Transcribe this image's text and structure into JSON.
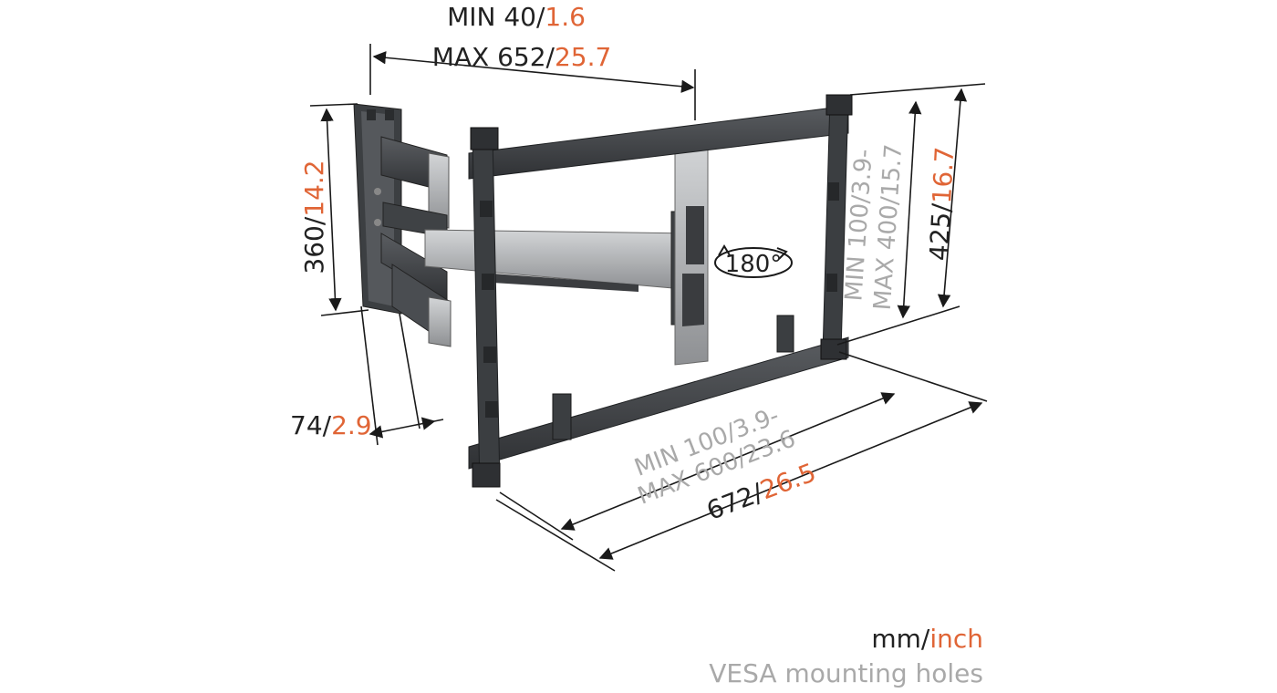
{
  "colors": {
    "background": "#ffffff",
    "panel": "#ffffff",
    "frame": "#45484b",
    "arm_silver": "#b9bbbd",
    "dimension_line": "#1a1a1a",
    "text_dark": "#222222",
    "text_accent": "#e06536",
    "text_gray": "#a9a9a9"
  },
  "dimensions": {
    "top_width": {
      "mm_min": "MIN 40/",
      "in_min": "1.6",
      "mm_max": "MAX 652/",
      "in_max": "25.7"
    },
    "left_height": {
      "mm": "360/",
      "in": "14.2"
    },
    "depth_small": {
      "mm": "74/",
      "in": "2.9"
    },
    "right_height": {
      "mm": "425/",
      "in": "16.7"
    },
    "vesa_vertical": {
      "line1": "MIN 100/3.9-",
      "line2": "MAX 400/15.7"
    },
    "vesa_horizontal": {
      "line1": "MIN 100/3.9-",
      "line2": "MAX 600/23.6"
    },
    "bottom_width": {
      "mm": "672/",
      "in": "26.5"
    }
  },
  "rotation": {
    "label": "180°"
  },
  "legend": {
    "unit_mm": "mm/",
    "unit_inch": "inch",
    "caption": "VESA mounting holes"
  }
}
